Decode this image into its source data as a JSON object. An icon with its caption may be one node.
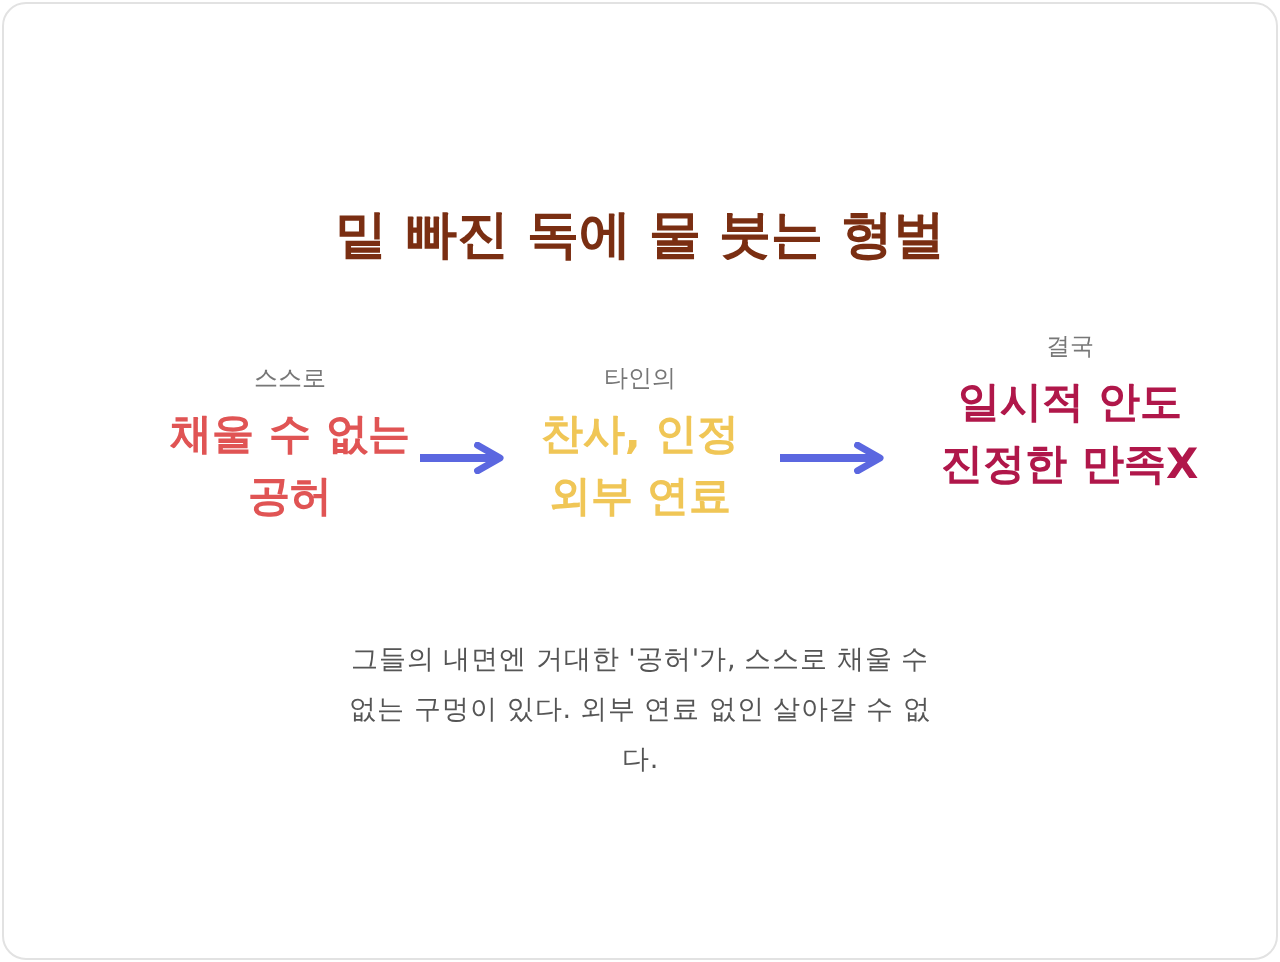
{
  "diagram": {
    "title": "밑 빠진 독에 물 붓는 형벌",
    "nodes": [
      {
        "text": [
          "스스로",
          "채울 수 없는 공허"
        ]
      },
      {
        "text": [
          "타인의",
          "찬사, 인정 외부 연료"
        ]
      },
      {
        "text": [
          "결국",
          "일시적 안도 진정한 만족X"
        ]
      }
    ],
    "edges": [
      {
        "from": 0,
        "to": 1,
        "arrow": "to"
      },
      {
        "from": 1,
        "to": 2,
        "arrow": "to"
      }
    ],
    "labels": [
      "그들의 내면엔 거대한 '공허'가, 스스로 채울 수 없는 구멍이 있다. 외부 연료 없인 살아갈 수 없다."
    ]
  }
}
